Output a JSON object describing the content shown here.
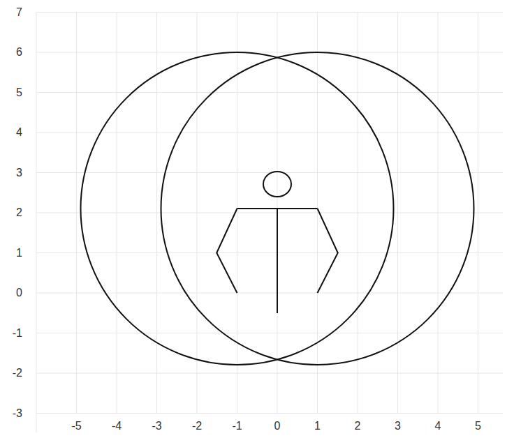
{
  "diagram": {
    "labels": [
      "7",
      "6",
      "5",
      "4",
      "3",
      "2",
      "1",
      "0",
      "-1",
      "-2",
      "-3",
      "-5",
      "-4",
      "-3",
      "-2",
      "-1",
      "0",
      "1",
      "2",
      "3",
      "4",
      "5"
    ]
  }
}
